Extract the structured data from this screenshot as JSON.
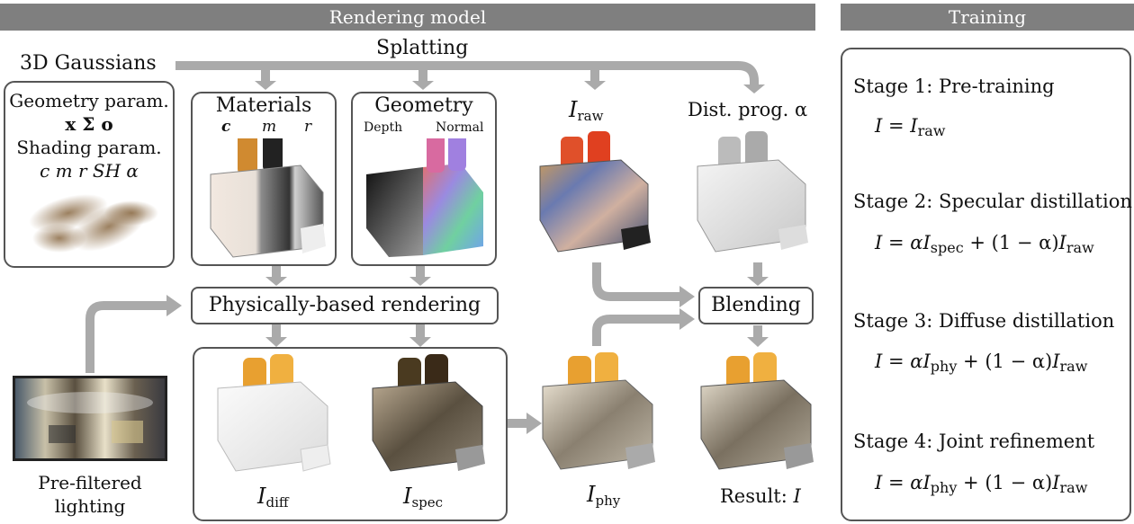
{
  "headers": {
    "rendering_model": "Rendering model",
    "training": "Training"
  },
  "top": {
    "splatting": "Splatting",
    "gaussians": "3D Gaussians"
  },
  "params": {
    "geometry": "Geometry param.",
    "geometry_symbols": "x Σ o",
    "shading": "Shading param.",
    "shading_symbols": "c m r SH α"
  },
  "materials": {
    "title": "Materials",
    "c": "c",
    "m": "m",
    "r": "r"
  },
  "geometry": {
    "title": "Geometry",
    "depth": "Depth",
    "normal": "Normal"
  },
  "iraw": {
    "base": "I",
    "sub": "raw"
  },
  "dist": {
    "label": "Dist. prog. α"
  },
  "pbr": "Physically-based rendering",
  "blending": "Blending",
  "lighting": {
    "line1": "Pre-filtered",
    "line2": "lighting"
  },
  "outputs": {
    "diff": {
      "base": "I",
      "sub": "diff"
    },
    "spec": {
      "base": "I",
      "sub": "spec"
    },
    "phy": {
      "base": "I",
      "sub": "phy"
    },
    "result_prefix": "Result: ",
    "result_symbol": "I"
  },
  "stages": [
    {
      "title": "Stage 1: Pre-training"
    },
    {
      "title": "Stage 2: Specular distillation"
    },
    {
      "title": "Stage 3: Diffuse distillation"
    },
    {
      "title": "Stage 4: Joint refinement"
    }
  ],
  "equations": {
    "lhs": "I",
    "eq": "=",
    "alpha": "α",
    "plus": "+",
    "one_minus": "(1 − α)",
    "sub_raw": "raw",
    "sub_spec": "spec",
    "sub_phy": "phy"
  },
  "colors": {
    "header_bg": "#7f7f7f",
    "arrow": "#aaaaaa",
    "box_border": "#555555"
  }
}
